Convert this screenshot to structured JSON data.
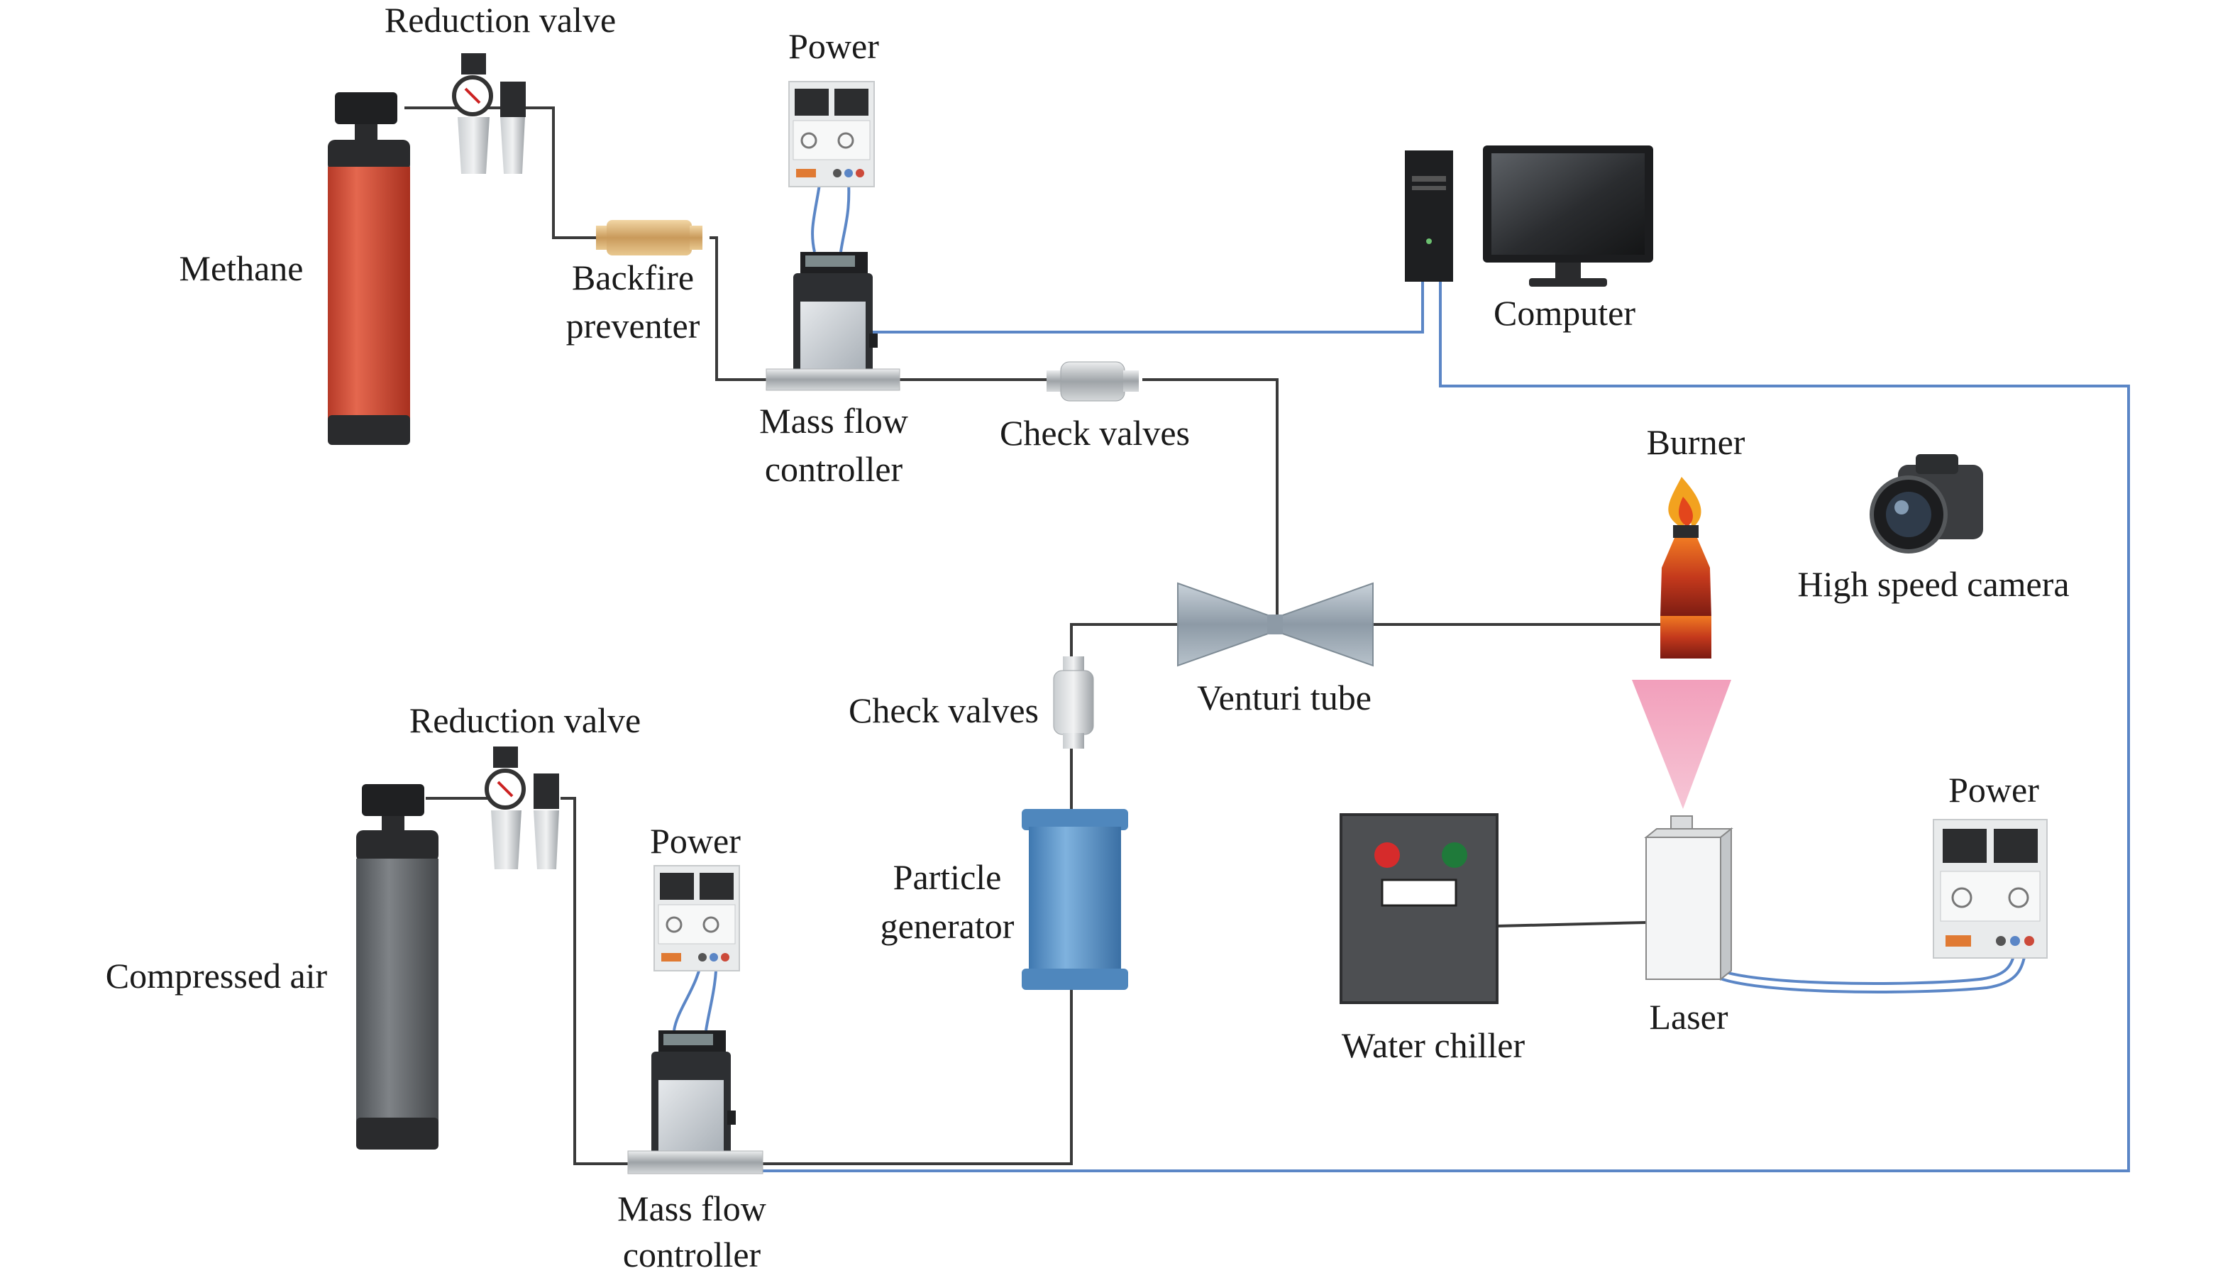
{
  "labels": {
    "reduction_valve_top": "Reduction valve",
    "methane": "Methane",
    "backfire_line1": "Backfire",
    "backfire_line2": "preventer",
    "power_top": "Power",
    "mfc_top_line1": "Mass flow",
    "mfc_top_line2": "controller",
    "check_valves_top": "Check valves",
    "computer": "Computer",
    "burner": "Burner",
    "high_speed_camera": "High speed camera",
    "venturi_tube": "Venturi tube",
    "check_valves_mid": "Check valves",
    "reduction_valve_bottom": "Reduction valve",
    "power_bottom": "Power",
    "compressed_air": "Compressed air",
    "particle_line1": "Particle",
    "particle_line2": "generator",
    "water_chiller": "Water chiller",
    "laser": "Laser",
    "power_right": "Power",
    "mfc_bottom_line1": "Mass flow",
    "mfc_bottom_line2": "controller"
  },
  "colors": {
    "methane_cylinder": "#d9503a",
    "air_cylinder": "#666a6e",
    "particle_generator": "#5e95c8",
    "data_wire": "#5b86c6",
    "gas_pipe": "#3a3a3a",
    "laser_sheet": "#f0a6bd",
    "chiller_body": "#4d4f52",
    "chiller_red_light": "#d62b2b",
    "chiller_green_light": "#1f7a3a"
  }
}
